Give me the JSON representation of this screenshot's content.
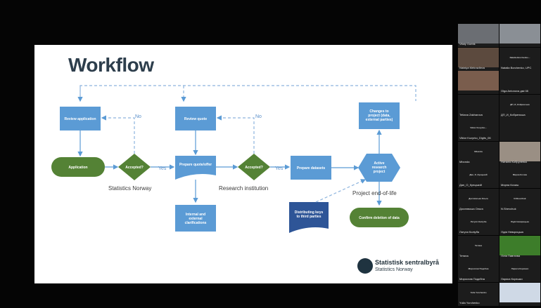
{
  "slide": {
    "title": "Workflow",
    "nodes": {
      "review_application": "Review application",
      "application": "Application",
      "accepted_1": "Accepted?",
      "review_quote": "Review quote",
      "prepare_quote": "Prepare quote/offer",
      "accepted_2": "Accepted?",
      "internal": "Internal and external clarifications",
      "prepare_datasets": "Prepare datasets",
      "changes": "Changes to project (data, external parties)",
      "active_project": "Active research project",
      "distributing": "Distributing keys to third parties",
      "confirm_deletion": "Confirm deletion of data"
    },
    "edge_labels": {
      "no_1": "No",
      "no_2": "No",
      "yes_1": "Yes",
      "yes_2": "Yes"
    },
    "lanes": {
      "statistics_norway": "Statistics Norway",
      "research_institution": "Research institution",
      "end_of_life": "Project end-of-life"
    },
    "logo": {
      "name": "Statistisk sentralbyrå",
      "sub": "Statistics Norway"
    },
    "colors": {
      "blue_box": "#5b9bd5",
      "green": "#548235",
      "title": "#2d3e4c",
      "navy": "#2e5597"
    }
  },
  "participants": [
    {
      "name": "Vitaly Gorbik",
      "display": ""
    },
    {
      "name": "",
      "display": ""
    },
    {
      "name": "Natalya Mekrazlieva",
      "display": ""
    },
    {
      "name": "Natalia Borchenko, UPC",
      "display": "Natalia Borchenko..."
    },
    {
      "name": "",
      "display": ""
    },
    {
      "name": "Olga Antonova дмі 08",
      "display": ""
    },
    {
      "name": "Tetiana Zakharova",
      "display": ""
    },
    {
      "name": "ДП_И_Кобринська",
      "display": "ДП_И_Кобринська"
    },
    {
      "name": "Viktor Kozyrko_Digits_06",
      "display": "Viktor Kozyrko..."
    },
    {
      "name": "",
      "display": ""
    },
    {
      "name": "Mbonda",
      "display": "Mbonda"
    },
    {
      "name": "Наталія Кобрупенко",
      "display": ""
    },
    {
      "name": "Дан_О_Куецький",
      "display": "Дан_О_Куецький"
    },
    {
      "name": "Мирна Кочиш",
      "display": "Мирна Кочиш"
    },
    {
      "name": "Дослєвська Ольга",
      "display": "Дослєвська Ольга"
    },
    {
      "name": "N.Shevchuk",
      "display": "N.Shevchuk"
    },
    {
      "name": "Латуся Коліуба",
      "display": "Латуся Коліуба"
    },
    {
      "name": "Лідія Невкрицька",
      "display": "Лідія Невкрицька"
    },
    {
      "name": "Тетяна",
      "display": "Тетяна"
    },
    {
      "name": "Лілія Павгєєва",
      "display": ""
    },
    {
      "name": "Мирослав Подєбна",
      "display": "Мирослав Подєбна"
    },
    {
      "name": "Лариса Корєшко",
      "display": "Лариса Корєшко"
    },
    {
      "name": "Yulia Yurchenko",
      "display": "Yulia Yurchenko"
    },
    {
      "name": "",
      "display": ""
    }
  ]
}
